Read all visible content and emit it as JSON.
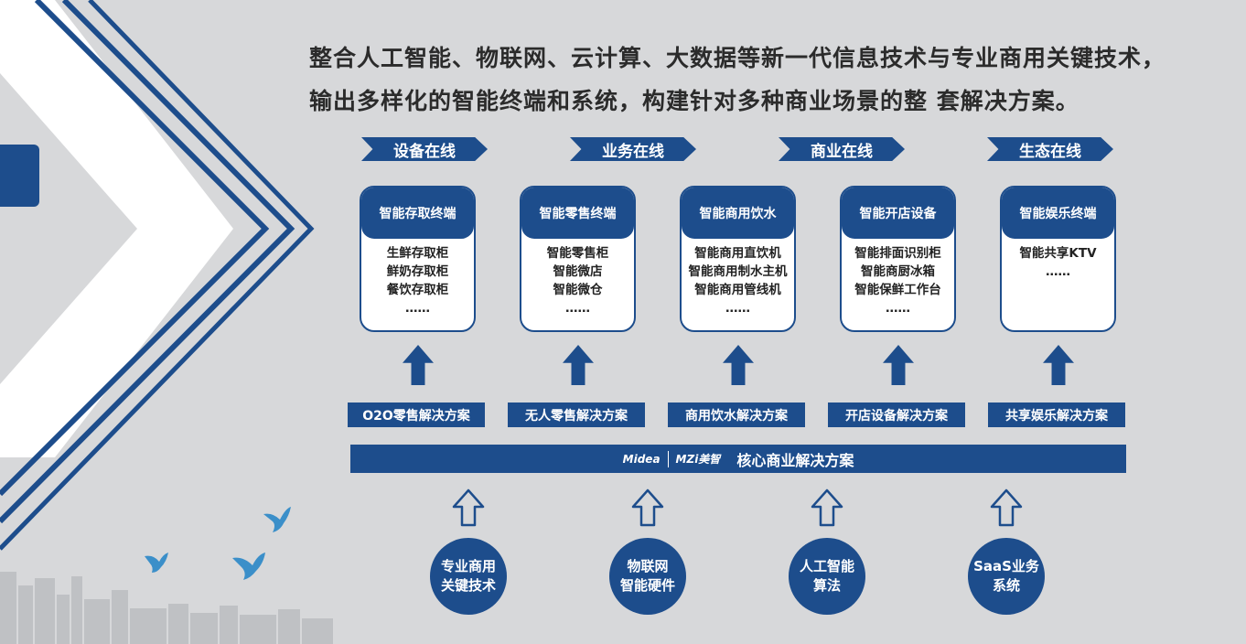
{
  "headline": {
    "line1": "整合人工智能、物联网、云计算、大数据等新一代信息技术与专业商用关键技术，",
    "line2": "输出多样化的智能终端和系统，构建针对多种商业场景的整 套解决方案。"
  },
  "phases": [
    "设备在线",
    "业务在线",
    "商业在线",
    "生态在线"
  ],
  "cards": [
    {
      "title": "智能存取终端",
      "items": [
        "生鲜存取柜",
        "鲜奶存取柜",
        "餐饮存取柜",
        "……"
      ]
    },
    {
      "title": "智能零售终端",
      "items": [
        "智能零售柜",
        "智能微店",
        "智能微仓",
        "……"
      ]
    },
    {
      "title": "智能商用饮水",
      "items": [
        "智能商用直饮机",
        "智能商用制水主机",
        "智能商用管线机",
        "……"
      ]
    },
    {
      "title": "智能开店设备",
      "items": [
        "智能排面识别柜",
        "智能商厨冰箱",
        "智能保鲜工作台",
        "……"
      ]
    },
    {
      "title": "智能娱乐终端",
      "items": [
        "智能共享KTV",
        "……"
      ]
    }
  ],
  "solutions": [
    "O2O零售解决方案",
    "无人零售解决方案",
    "商用饮水解决方案",
    "开店设备解决方案",
    "共享娱乐解决方案"
  ],
  "core": {
    "logo_midea": "Midea",
    "logo_mzi": "MZi美智",
    "label": "核心商业解决方案"
  },
  "foundations": [
    {
      "line1": "专业商用",
      "line2": "关键技术"
    },
    {
      "line1": "物联网",
      "line2": "智能硬件"
    },
    {
      "line1": "人工智能",
      "line2": "算法"
    },
    {
      "line1": "SaaS业务",
      "line2": "系统"
    }
  ],
  "colors": {
    "primary": "#1d4d8c",
    "background": "#d7d8da",
    "white": "#ffffff"
  }
}
